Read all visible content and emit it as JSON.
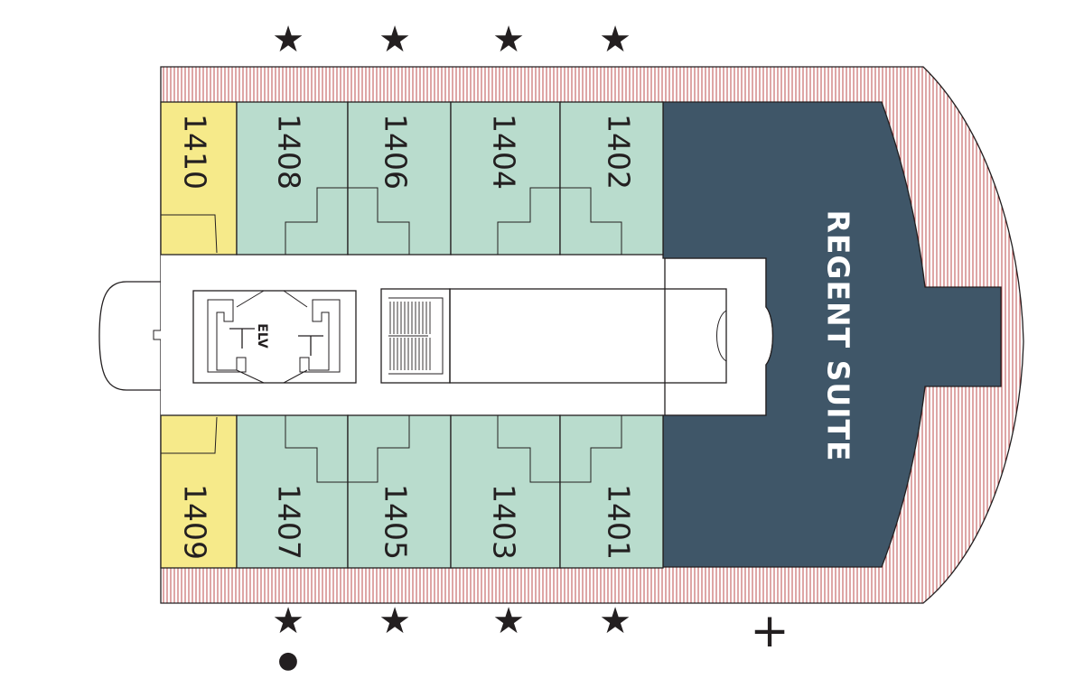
{
  "colors": {
    "standard_cabin": "#b9dccd",
    "accessible_cabin": "#f6ea8a",
    "suite": "#3f5668",
    "balcony_rail": "#b53b3b",
    "corridor": "#ffffff",
    "outline": "#231f20"
  },
  "cabins_top": [
    {
      "number": "1410",
      "type": "accessible_cabin"
    },
    {
      "number": "1408",
      "type": "standard_cabin"
    },
    {
      "number": "1406",
      "type": "standard_cabin"
    },
    {
      "number": "1404",
      "type": "standard_cabin"
    },
    {
      "number": "1402",
      "type": "standard_cabin"
    }
  ],
  "cabins_bottom": [
    {
      "number": "1409",
      "type": "accessible_cabin"
    },
    {
      "number": "1407",
      "type": "standard_cabin"
    },
    {
      "number": "1405",
      "type": "standard_cabin"
    },
    {
      "number": "1403",
      "type": "standard_cabin"
    },
    {
      "number": "1401",
      "type": "standard_cabin"
    }
  ],
  "suite": {
    "label": "REGENT SUITE"
  },
  "elevator": {
    "label": "ELV"
  },
  "symbols": {
    "star": "★",
    "dot": "●",
    "plus": "+"
  }
}
